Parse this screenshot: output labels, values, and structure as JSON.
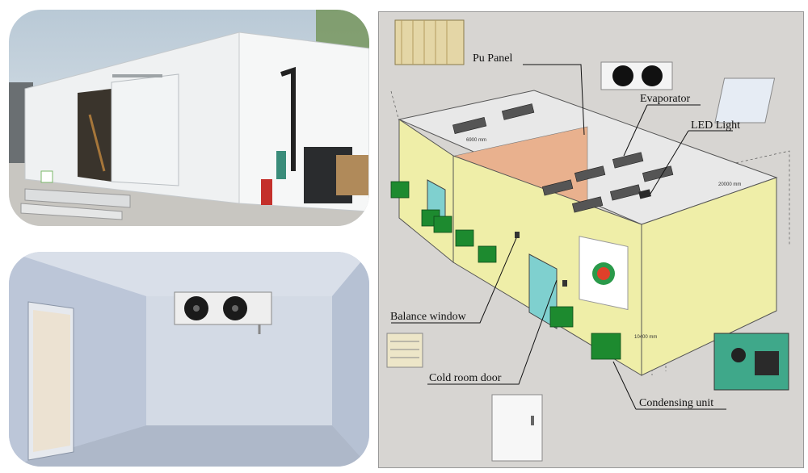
{
  "labels": {
    "pu_panel": "Pu Panel",
    "evaporator": "Evaporator",
    "led_light": "LED Light",
    "balance_window": "Balance window",
    "cold_room_door": "Cold room door",
    "condensing_unit": "Condensing unit"
  },
  "dimensions": {
    "width": "6900 mm",
    "length": "20000 mm",
    "height": "10400 mm"
  },
  "colors": {
    "diagram_bg": "#d7d5d2",
    "wall_yellow": "#efeea8",
    "roof_inner": "#e9b18e",
    "condensing_green": "#1d8a2f",
    "door_teal": "#7fd0cf"
  }
}
